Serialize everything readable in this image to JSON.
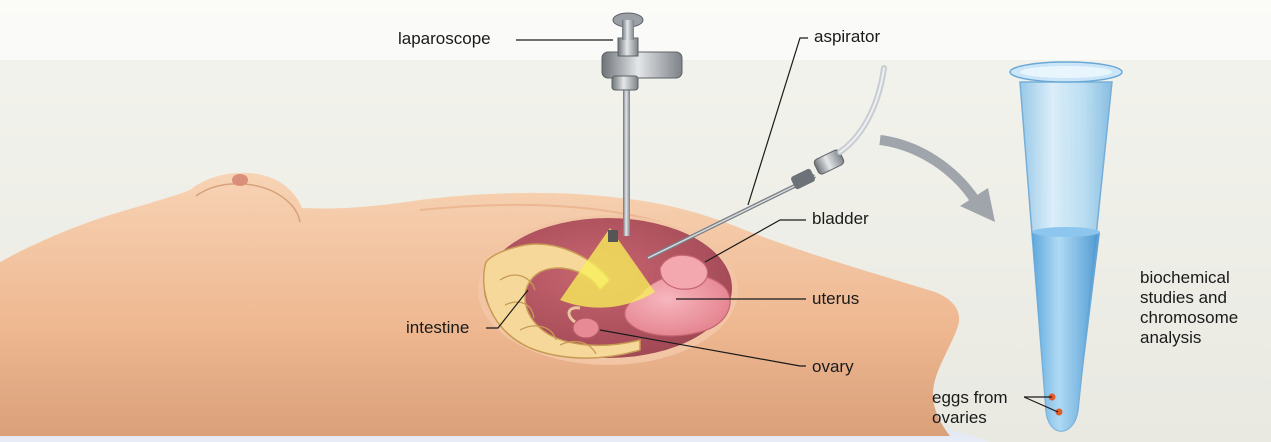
{
  "labels": {
    "laparoscope": "laparoscope",
    "aspirator": "aspirator",
    "bladder": "bladder",
    "uterus": "uterus",
    "intestine": "intestine",
    "ovary": "ovary",
    "eggs": "eggs from\novaries",
    "studies": "biochemical\nstudies and\nchromosome\nanalysis"
  }
}
